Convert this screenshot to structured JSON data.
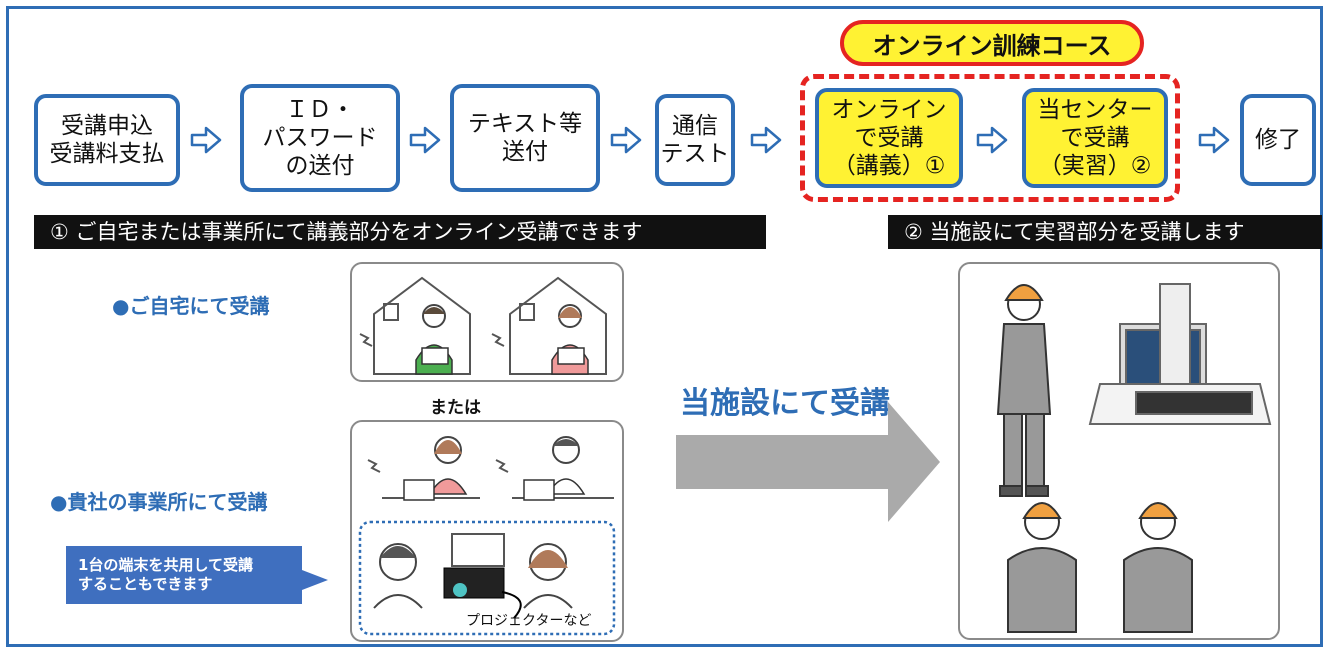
{
  "course_label": "オンライン訓練コース",
  "steps": [
    "受講申込\n受講料支払",
    "ＩＤ・\nパスワード\nの送付",
    "テキスト等\n送付",
    "通信\nテスト",
    "オンライン\nで受講\n（講義）①",
    "当センター\nで受講\n（実習）②",
    "修了"
  ],
  "banners": {
    "left": "① ご自宅または事業所にて講義部分をオンライン受講できます",
    "right": "② 当施設にて実習部分を受講します"
  },
  "home_heading": "●ご自宅にて受講",
  "or_text": "または",
  "office_heading": "●貴社の事業所にて受講",
  "share_note": "1台の端末を共用して受講\nすることもできます",
  "projector_label": "プロジェクターなど",
  "facility_text": "当施設にて受講",
  "colors": {
    "accent_blue": "#2e6db5",
    "highlight_yellow": "#fff233",
    "alert_red": "#e52421",
    "note_blue": "#3f6fbf"
  }
}
